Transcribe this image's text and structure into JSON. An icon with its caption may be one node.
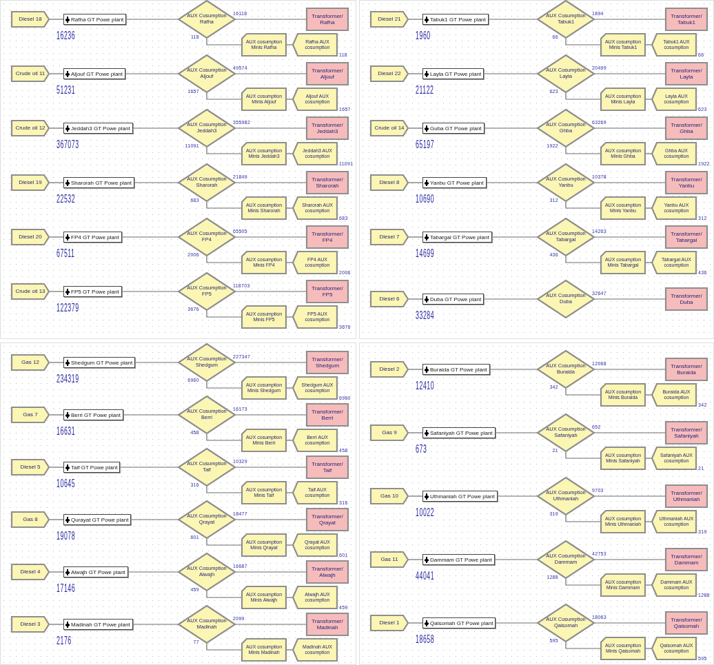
{
  "diagram": {
    "nodes": [
      {
        "text": [
          "Diesel 18"
        ],
        "beside": [
          "16236"
        ]
      },
      {
        "text": [
          "Rafha GT Powe plant"
        ]
      },
      {
        "text": [
          "AUX Cosumption Rafha"
        ],
        "beside": [
          "16118",
          "118"
        ]
      },
      {
        "text": [
          "Transformer/ Rafha"
        ]
      },
      {
        "text": [
          "AUX cosumption Minis Rafha"
        ]
      },
      {
        "text": [
          "Rafha AUX cosumption"
        ],
        "beside": [
          "118"
        ]
      },
      {
        "text": [
          "Crude oil 11"
        ],
        "beside": [
          "51231"
        ]
      },
      {
        "text": [
          "Aljouf GT Powe plant"
        ]
      },
      {
        "text": [
          "AUX Cosumption Aljouf"
        ],
        "beside": [
          "49574",
          "1657"
        ]
      },
      {
        "text": [
          "Transformer/ Aljouf"
        ]
      },
      {
        "text": [
          "AUX cosumption Minis Aljouf"
        ]
      },
      {
        "text": [
          "Aljouf AUX cosumption"
        ],
        "beside": [
          "1657"
        ]
      },
      {
        "text": [
          "Crude oil 12"
        ],
        "beside": [
          "367073"
        ]
      },
      {
        "text": [
          "Jeddah3 GT Powe plant"
        ]
      },
      {
        "text": [
          "AUX Cosumption Jeddah3"
        ],
        "beside": [
          "355982",
          "11091"
        ]
      },
      {
        "text": [
          "Transformer/ Jeddah3"
        ]
      },
      {
        "text": [
          "AUX cosumption Minis Jeddah3"
        ]
      },
      {
        "text": [
          "Jeddah3 AUX cosumption"
        ],
        "beside": [
          "11091"
        ]
      },
      {
        "text": [
          "Diesel 19"
        ],
        "beside": [
          "22532"
        ]
      },
      {
        "text": [
          "Sharorah GT Powe plant"
        ]
      },
      {
        "text": [
          "AUX Cosumption Sharorah"
        ],
        "beside": [
          "21849",
          "683"
        ]
      },
      {
        "text": [
          "Transformer/ Sharorah"
        ]
      },
      {
        "text": [
          "AUX cosumption Minis Sharorah"
        ]
      },
      {
        "text": [
          "Sharorah AUX cosumption"
        ],
        "beside": [
          "683"
        ]
      },
      {
        "text": [
          "Diesel 20"
        ],
        "beside": [
          "67511"
        ]
      },
      {
        "text": [
          "FP4 GT Powe plant"
        ]
      },
      {
        "text": [
          "AUX Cosumption FP4"
        ],
        "beside": [
          "65505",
          "2006"
        ]
      },
      {
        "text": [
          "Transformer/ FP4"
        ]
      },
      {
        "text": [
          "AUX cosumption Minis FP4"
        ]
      },
      {
        "text": [
          "FP4 AUX cosumption"
        ],
        "beside": [
          "2006"
        ]
      },
      {
        "text": [
          "Crude oil 13"
        ],
        "beside": [
          "122379"
        ]
      },
      {
        "text": [
          "FP5 GT Powe plant"
        ]
      },
      {
        "text": [
          "AUX Cosumption FP5"
        ],
        "beside": [
          "118703",
          "3676"
        ]
      },
      {
        "text": [
          "Transformer/ FP5"
        ]
      },
      {
        "text": [
          "AUX cosumption Minis FP5"
        ]
      },
      {
        "text": [
          "FP5 AUX cosumption"
        ],
        "beside": [
          "3676"
        ]
      },
      {
        "text": [
          "Diesel 21"
        ],
        "beside": [
          "1960"
        ]
      },
      {
        "text": [
          "Tabuk1 GT Powe plant"
        ]
      },
      {
        "text": [
          "AUX Cosumption Tabuk1"
        ],
        "beside": [
          "1894",
          "66"
        ]
      },
      {
        "text": [
          "Transformer/ Tabuk1"
        ]
      },
      {
        "text": [
          "AUX cosumption Minis Tabuk1"
        ]
      },
      {
        "text": [
          "Tabuk1 AUX cosumption"
        ],
        "beside": [
          "66"
        ]
      },
      {
        "text": [
          "Diesel 22"
        ],
        "beside": [
          "21122"
        ]
      },
      {
        "text": [
          "Layla GT Powe plant"
        ]
      },
      {
        "text": [
          "AUX Cosumption Layla"
        ],
        "beside": [
          "20499",
          "623"
        ]
      },
      {
        "text": [
          "Transformer/ Layla"
        ]
      },
      {
        "text": [
          "AUX cosumption Minis Layla"
        ]
      },
      {
        "text": [
          "Layla AUX cosumption"
        ],
        "beside": [
          "623"
        ]
      },
      {
        "text": [
          "Crude oil 14"
        ],
        "beside": [
          "65197"
        ]
      },
      {
        "text": [
          "Guba GT Powe plant"
        ]
      },
      {
        "text": [
          "AUX Cosumption Ghba"
        ],
        "beside": [
          "63269",
          "1922"
        ]
      },
      {
        "text": [
          "Transformer/ Ghba"
        ]
      },
      {
        "text": [
          "AUX cosumption Minis Ghba"
        ]
      },
      {
        "text": [
          "Ghba AUX cosumption"
        ],
        "beside": [
          "1922"
        ]
      },
      {
        "text": [
          "Diesel 8"
        ],
        "beside": [
          "10690"
        ]
      },
      {
        "text": [
          "Yanbu GT Powe plant"
        ]
      },
      {
        "text": [
          "AUX Cosumption Yanbu"
        ],
        "beside": [
          "10378",
          "312"
        ]
      },
      {
        "text": [
          "Transformer/ Yanbu"
        ]
      },
      {
        "text": [
          "AUX cosumption Minis Yanbu"
        ]
      },
      {
        "text": [
          "Yanbu AUX cosumption"
        ],
        "beside": [
          "312"
        ]
      },
      {
        "text": [
          "Diesel 7"
        ],
        "beside": [
          "14699"
        ]
      },
      {
        "text": [
          "Tabargal GT Powe plant"
        ]
      },
      {
        "text": [
          "AUX Cosumption Tabargal"
        ],
        "beside": [
          "14263",
          "436"
        ]
      },
      {
        "text": [
          "Transformer/ Tabargal"
        ]
      },
      {
        "text": [
          "AUX cosumption Minis Tabargal"
        ]
      },
      {
        "text": [
          "Tabargal AUX cosumption"
        ],
        "beside": [
          "436"
        ]
      },
      {
        "text": [
          "Diesel 6"
        ],
        "beside": [
          "33284"
        ]
      },
      {
        "text": [
          "Duba GT Powe plant"
        ]
      },
      {
        "text": [
          "AUX Cosumption Duba"
        ],
        "beside": [
          "32647"
        ]
      },
      {
        "text": [
          "Transformer/ Duba"
        ]
      },
      {
        "text": [
          "Gas 12"
        ],
        "beside": [
          "234319"
        ]
      },
      {
        "text": [
          "Shedgum GT Powe plant"
        ]
      },
      {
        "text": [
          "AUX Cosumption Shedgum"
        ],
        "beside": [
          "227347",
          "6960"
        ]
      },
      {
        "text": [
          "Transformer/ Shedgum"
        ]
      },
      {
        "text": [
          "AUX cosumption Minis Shedgum"
        ]
      },
      {
        "text": [
          "Shedgum AUX cosumption"
        ],
        "beside": [
          "6960"
        ]
      },
      {
        "text": [
          "Gas 7"
        ],
        "beside": [
          "16631"
        ]
      },
      {
        "text": [
          "Berri GT Powe plant"
        ]
      },
      {
        "text": [
          "AUX Cosumption Berri"
        ],
        "beside": [
          "16173",
          "458"
        ]
      },
      {
        "text": [
          "Transformer/ Berri"
        ]
      },
      {
        "text": [
          "AUX cosumption Minis Berri"
        ]
      },
      {
        "text": [
          "Berri AUX cosumption"
        ],
        "beside": [
          "458"
        ]
      },
      {
        "text": [
          "Diesel 5"
        ],
        "beside": [
          "10645"
        ]
      },
      {
        "text": [
          "Taif GT Powe plant"
        ]
      },
      {
        "text": [
          "AUX Cosumption Taif"
        ],
        "beside": [
          "10329",
          "316"
        ]
      },
      {
        "text": [
          "Transformer/ Taif"
        ]
      },
      {
        "text": [
          "AUX cosumption Minis Taif"
        ]
      },
      {
        "text": [
          "Taif AUX cosumption"
        ],
        "beside": [
          "316"
        ]
      },
      {
        "text": [
          "Gas 8"
        ],
        "beside": [
          "19078"
        ]
      },
      {
        "text": [
          "Qurayat GT Powe plant"
        ]
      },
      {
        "text": [
          "AUX Cosumption Qrayat"
        ],
        "beside": [
          "18477",
          "601"
        ]
      },
      {
        "text": [
          "Transformer/ Qrayat"
        ]
      },
      {
        "text": [
          "AUX cosumption Minis Qrayat"
        ]
      },
      {
        "text": [
          "Qrayat AUX cosumption"
        ],
        "beside": [
          "601"
        ]
      },
      {
        "text": [
          "Diesel 4"
        ],
        "beside": [
          "17146"
        ]
      },
      {
        "text": [
          "Alwajh GT Powe plant"
        ]
      },
      {
        "text": [
          "AUX Cosumption Alwajh"
        ],
        "beside": [
          "16687",
          "459"
        ]
      },
      {
        "text": [
          "Transformer/ Alwajh"
        ]
      },
      {
        "text": [
          "AUX cosumption Minis Alwajh"
        ]
      },
      {
        "text": [
          "Alwajh AUX cosumption"
        ],
        "beside": [
          "459"
        ]
      },
      {
        "text": [
          "Diesel 3"
        ],
        "beside": [
          "2176"
        ]
      },
      {
        "text": [
          "Madinah GT Powe plant"
        ]
      },
      {
        "text": [
          "AUX Cosumption Madinah"
        ],
        "beside": [
          "2099",
          "77"
        ]
      },
      {
        "text": [
          "Transformer/ Madinah"
        ]
      },
      {
        "text": [
          "AUX cosumption Minis Madinah"
        ]
      },
      {
        "text": [
          "Madinah AUX cosumption"
        ]
      },
      {
        "text": [
          "Diesel 2"
        ],
        "beside": [
          "12410"
        ]
      },
      {
        "text": [
          "Buraida GT Powe plant"
        ]
      },
      {
        "text": [
          "AUX Cosumption Buraida"
        ],
        "beside": [
          "12068",
          "342"
        ]
      },
      {
        "text": [
          "Transformer/ Buraida"
        ]
      },
      {
        "text": [
          "AUX cosumption Minis Buraida"
        ]
      },
      {
        "text": [
          "Buraida AUX cosumption"
        ],
        "beside": [
          "342"
        ]
      },
      {
        "text": [
          "Gas 9"
        ],
        "beside": [
          "673"
        ]
      },
      {
        "text": [
          "Safaniyah GT Powe plant"
        ]
      },
      {
        "text": [
          "AUX Cosumption Safaniyah"
        ],
        "beside": [
          "652",
          "21"
        ]
      },
      {
        "text": [
          "Transformer/ Safaniyah"
        ]
      },
      {
        "text": [
          "AUX cosumption Minis Safaniyah"
        ]
      },
      {
        "text": [
          "Safaniyah AUX cosumption"
        ],
        "beside": [
          "21"
        ]
      },
      {
        "text": [
          "Gas 10"
        ],
        "beside": [
          "10022"
        ]
      },
      {
        "text": [
          "Uthmaniah GT Powe plant"
        ]
      },
      {
        "text": [
          "AUX Cosumption Uthmaniah"
        ],
        "beside": [
          "9703",
          "319"
        ]
      },
      {
        "text": [
          "Transformer/ Uthmaniah"
        ]
      },
      {
        "text": [
          "AUX cosumption Minis Uthmaniah"
        ]
      },
      {
        "text": [
          "Uthmaniah AUX cosumption"
        ],
        "beside": [
          "319"
        ]
      },
      {
        "text": [
          "Gas 11"
        ],
        "beside": [
          "44041"
        ]
      },
      {
        "text": [
          "Dammam GT Powe plant"
        ]
      },
      {
        "text": [
          "AUX Cosumption Dammam"
        ],
        "beside": [
          "42753",
          "1288"
        ]
      },
      {
        "text": [
          "Transformer/ Dammam"
        ]
      },
      {
        "text": [
          "AUX cosumption Minis Dammam"
        ]
      },
      {
        "text": [
          "Dammam AUX cosumption"
        ],
        "beside": [
          "1288"
        ]
      },
      {
        "text": [
          "Diesel 1"
        ],
        "beside": [
          "18658"
        ]
      },
      {
        "text": [
          "Qaisomah GT Powe plant"
        ]
      },
      {
        "text": [
          "AUX Cosumption Qaisomah"
        ],
        "beside": [
          "18063",
          "595"
        ]
      },
      {
        "text": [
          "Transformer/ Qaisomah"
        ]
      },
      {
        "text": [
          "AUX cosumption Minis Qaisomah"
        ]
      },
      {
        "text": [
          "Qaisomah AUX cosumption"
        ],
        "beside": [
          "595"
        ]
      }
    ],
    "edges": [
      {
        "from": 0,
        "to": 1,
        "arrow": "none"
      },
      {
        "from": 1,
        "to": 2,
        "arrow": "none"
      },
      {
        "from": 2,
        "to": 3,
        "arrow": "none"
      },
      {
        "from": 2,
        "to": 4,
        "arrow": "none"
      },
      {
        "from": 4,
        "to": 5,
        "arrow": "none"
      },
      {
        "from": 6,
        "to": 7,
        "arrow": "none"
      },
      {
        "from": 7,
        "to": 8,
        "arrow": "none"
      },
      {
        "from": 8,
        "to": 9,
        "arrow": "none"
      },
      {
        "from": 8,
        "to": 10,
        "arrow": "none"
      },
      {
        "from": 10,
        "to": 11,
        "arrow": "none"
      },
      {
        "from": 12,
        "to": 13,
        "arrow": "none"
      },
      {
        "from": 13,
        "to": 14,
        "arrow": "none"
      },
      {
        "from": 14,
        "to": 15,
        "arrow": "none"
      },
      {
        "from": 14,
        "to": 16,
        "arrow": "none"
      },
      {
        "from": 16,
        "to": 17,
        "arrow": "none"
      },
      {
        "from": 18,
        "to": 19,
        "arrow": "none"
      },
      {
        "from": 19,
        "to": 20,
        "arrow": "none"
      },
      {
        "from": 20,
        "to": 21,
        "arrow": "none"
      },
      {
        "from": 20,
        "to": 22,
        "arrow": "none"
      },
      {
        "from": 22,
        "to": 23,
        "arrow": "none"
      },
      {
        "from": 24,
        "to": 25,
        "arrow": "none"
      },
      {
        "from": 25,
        "to": 26,
        "arrow": "none"
      },
      {
        "from": 26,
        "to": 27,
        "arrow": "none"
      },
      {
        "from": 26,
        "to": 28,
        "arrow": "none"
      },
      {
        "from": 28,
        "to": 29,
        "arrow": "none"
      },
      {
        "from": 30,
        "to": 31,
        "arrow": "none"
      },
      {
        "from": 31,
        "to": 32,
        "arrow": "none"
      },
      {
        "from": 32,
        "to": 33,
        "arrow": "none"
      },
      {
        "from": 32,
        "to": 34,
        "arrow": "none"
      },
      {
        "from": 34,
        "to": 35,
        "arrow": "none"
      },
      {
        "from": 36,
        "to": 37,
        "arrow": "none"
      },
      {
        "from": 37,
        "to": 38,
        "arrow": "none"
      },
      {
        "from": 38,
        "to": 39,
        "arrow": "none"
      },
      {
        "from": 38,
        "to": 40,
        "arrow": "none"
      },
      {
        "from": 40,
        "to": 41,
        "arrow": "none"
      },
      {
        "from": 42,
        "to": 43,
        "arrow": "none"
      },
      {
        "from": 43,
        "to": 44,
        "arrow": "none"
      },
      {
        "from": 44,
        "to": 45,
        "arrow": "none"
      },
      {
        "from": 44,
        "to": 46,
        "arrow": "none"
      },
      {
        "from": 46,
        "to": 47,
        "arrow": "none"
      },
      {
        "from": 48,
        "to": 49,
        "arrow": "none"
      },
      {
        "from": 49,
        "to": 50,
        "arrow": "none"
      },
      {
        "from": 50,
        "to": 51,
        "arrow": "none"
      },
      {
        "from": 50,
        "to": 52,
        "arrow": "none"
      },
      {
        "from": 52,
        "to": 53,
        "arrow": "none"
      },
      {
        "from": 54,
        "to": 55,
        "arrow": "none"
      },
      {
        "from": 55,
        "to": 56,
        "arrow": "none"
      },
      {
        "from": 56,
        "to": 57,
        "arrow": "none"
      },
      {
        "from": 56,
        "to": 58,
        "arrow": "none"
      },
      {
        "from": 58,
        "to": 59,
        "arrow": "none"
      },
      {
        "from": 60,
        "to": 61,
        "arrow": "none"
      },
      {
        "from": 61,
        "to": 62,
        "arrow": "none"
      },
      {
        "from": 62,
        "to": 63,
        "arrow": "none"
      },
      {
        "from": 62,
        "to": 64,
        "arrow": "none"
      },
      {
        "from": 64,
        "to": 65,
        "arrow": "none"
      },
      {
        "from": 66,
        "to": 67,
        "arrow": "none"
      },
      {
        "from": 67,
        "to": 68,
        "arrow": "none"
      },
      {
        "from": 68,
        "to": 69,
        "arrow": "none"
      },
      {
        "from": 70,
        "to": 71,
        "arrow": "none"
      },
      {
        "from": 71,
        "to": 72,
        "arrow": "none"
      },
      {
        "from": 72,
        "to": 73,
        "arrow": "none"
      },
      {
        "from": 72,
        "to": 74,
        "arrow": "none"
      },
      {
        "from": 74,
        "to": 75,
        "arrow": "none"
      },
      {
        "from": 76,
        "to": 77,
        "arrow": "none"
      },
      {
        "from": 77,
        "to": 78,
        "arrow": "none"
      },
      {
        "from": 78,
        "to": 79,
        "arrow": "none"
      },
      {
        "from": 78,
        "to": 80,
        "arrow": "none"
      },
      {
        "from": 80,
        "to": 81,
        "arrow": "none"
      },
      {
        "from": 82,
        "to": 83,
        "arrow": "none"
      },
      {
        "from": 83,
        "to": 84,
        "arrow": "none"
      },
      {
        "from": 84,
        "to": 85,
        "arrow": "none"
      },
      {
        "from": 84,
        "to": 86,
        "arrow": "none"
      },
      {
        "from": 86,
        "to": 87,
        "arrow": "none"
      },
      {
        "from": 88,
        "to": 89,
        "arrow": "none"
      },
      {
        "from": 89,
        "to": 90,
        "arrow": "none"
      },
      {
        "from": 90,
        "to": 91,
        "arrow": "none"
      },
      {
        "from": 90,
        "to": 92,
        "arrow": "none"
      },
      {
        "from": 92,
        "to": 93,
        "arrow": "none"
      },
      {
        "from": 94,
        "to": 95,
        "arrow": "none"
      },
      {
        "from": 95,
        "to": 96,
        "arrow": "none"
      },
      {
        "from": 96,
        "to": 97,
        "arrow": "none"
      },
      {
        "from": 96,
        "to": 98,
        "arrow": "none"
      },
      {
        "from": 98,
        "to": 99,
        "arrow": "none"
      },
      {
        "from": 100,
        "to": 101,
        "arrow": "none"
      },
      {
        "from": 101,
        "to": 102,
        "arrow": "none"
      },
      {
        "from": 102,
        "to": 103,
        "arrow": "none"
      },
      {
        "from": 102,
        "to": 104,
        "arrow": "none"
      },
      {
        "from": 104,
        "to": 105,
        "arrow": "none"
      },
      {
        "from": 106,
        "to": 107,
        "arrow": "none"
      },
      {
        "from": 107,
        "to": 108,
        "arrow": "none"
      },
      {
        "from": 108,
        "to": 109,
        "arrow": "none"
      },
      {
        "from": 108,
        "to": 110,
        "arrow": "none"
      },
      {
        "from": 110,
        "to": 111,
        "arrow": "none"
      },
      {
        "from": 112,
        "to": 113,
        "arrow": "none"
      },
      {
        "from": 113,
        "to": 114,
        "arrow": "none"
      },
      {
        "from": 114,
        "to": 115,
        "arrow": "none"
      },
      {
        "from": 114,
        "to": 116,
        "arrow": "none"
      },
      {
        "from": 116,
        "to": 117,
        "arrow": "none"
      },
      {
        "from": 118,
        "to": 119,
        "arrow": "none"
      },
      {
        "from": 119,
        "to": 120,
        "arrow": "none"
      },
      {
        "from": 120,
        "to": 121,
        "arrow": "none"
      },
      {
        "from": 120,
        "to": 122,
        "arrow": "none"
      },
      {
        "from": 122,
        "to": 123,
        "arrow": "none"
      },
      {
        "from": 124,
        "to": 125,
        "arrow": "none"
      },
      {
        "from": 125,
        "to": 126,
        "arrow": "none"
      },
      {
        "from": 126,
        "to": 127,
        "arrow": "none"
      },
      {
        "from": 126,
        "to": 128,
        "arrow": "none"
      },
      {
        "from": 128,
        "to": 129,
        "arrow": "none"
      },
      {
        "from": 130,
        "to": 131,
        "arrow": "none"
      },
      {
        "from": 131,
        "to": 132,
        "arrow": "none"
      },
      {
        "from": 132,
        "to": 133,
        "arrow": "none"
      },
      {
        "from": 132,
        "to": 134,
        "arrow": "none"
      },
      {
        "from": 134,
        "to": 135,
        "arrow": "none"
      }
    ]
  }
}
